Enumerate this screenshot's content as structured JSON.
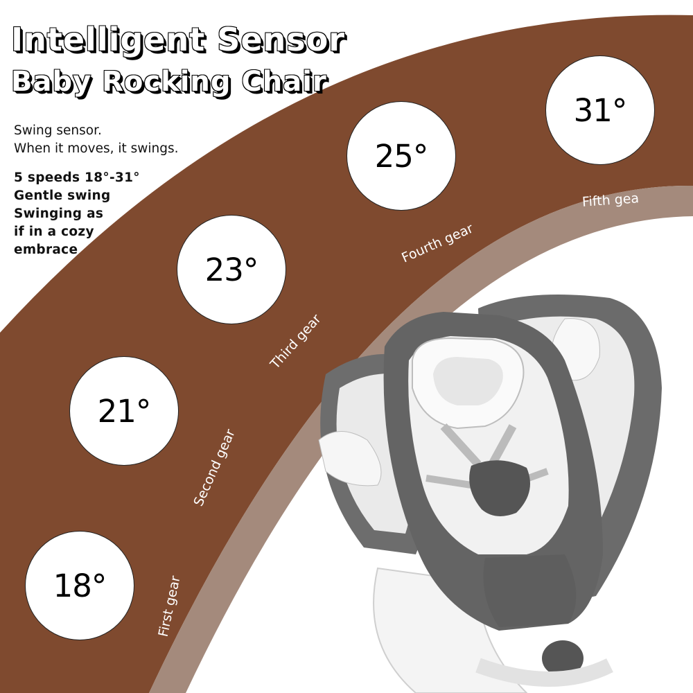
{
  "title": {
    "line1": "Intelligent Sensor",
    "line2": "Baby Rocking Chair"
  },
  "description": {
    "sensor": [
      "Swing sensor.",
      "When it moves, it swings."
    ],
    "features": [
      "5 speeds 18°-31°",
      "Gentle swing",
      "Swinging as",
      "if in a cozy",
      "embrace"
    ]
  },
  "angles": [
    "18°",
    "21°",
    "23°",
    "25°",
    "31°"
  ],
  "gears": [
    "First gear",
    "Second gear",
    "Third gear",
    "Fourth gear",
    "Fifth gea"
  ],
  "colors": {
    "arc_outer": "#7f4a2f",
    "arc_inner": "#a48a7c",
    "chair_fabric": "#6b6b6b",
    "chair_cushion": "#f2f2f2"
  }
}
